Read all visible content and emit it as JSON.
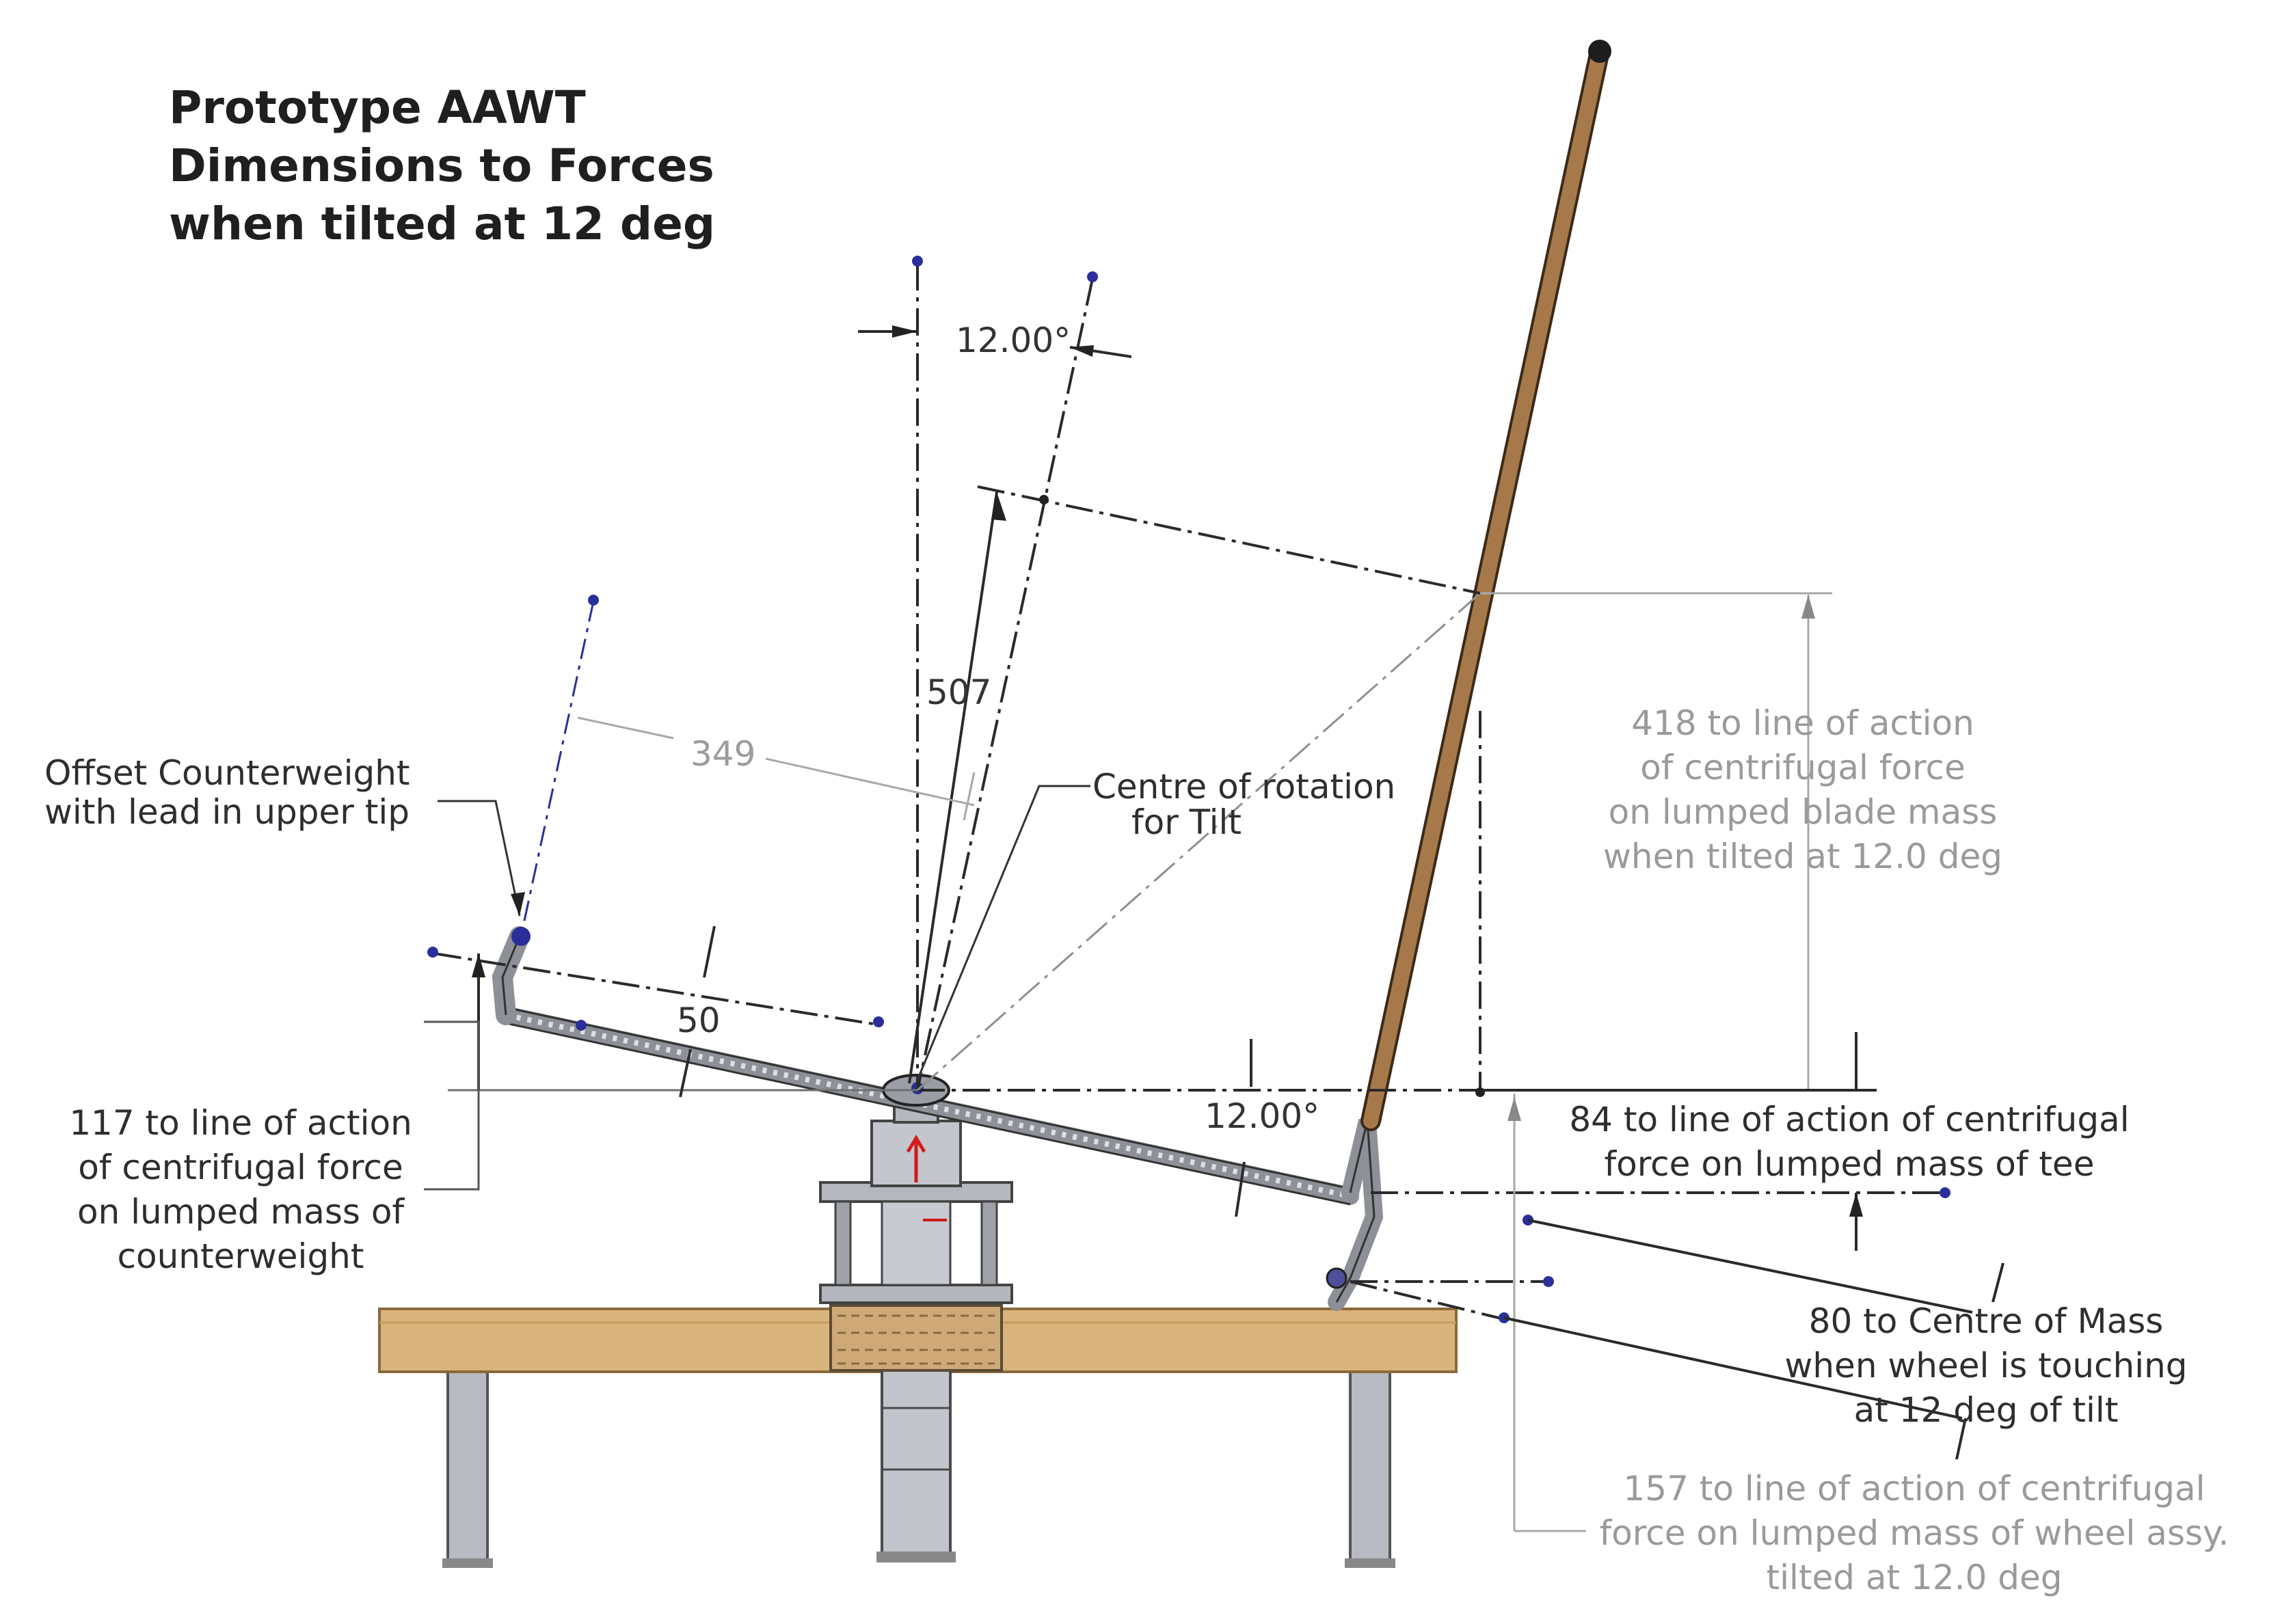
{
  "title": {
    "line1": "Prototype AAWT",
    "line2": "Dimensions to Forces",
    "line3": "when tilted at 12 deg"
  },
  "annotations": {
    "counterweight_line1": "Offset Counterweight",
    "counterweight_line2": "with lead in upper tip",
    "centre_line1": "Centre of rotation",
    "centre_line2": "for Tilt",
    "blade_line1": "418 to line of action",
    "blade_line2": "of centrifugal force",
    "blade_line3": "on lumped blade mass",
    "blade_line4": "when tilted at 12.0 deg",
    "cw_force_line1": "117 to line of action",
    "cw_force_line2": "of centrifugal force",
    "cw_force_line3": "on lumped mass of",
    "cw_force_line4": "counterweight",
    "tee_line1": "84 to line of action of centrifugal",
    "tee_line2": "force on lumped mass of tee",
    "com_line1": "80 to Centre of Mass",
    "com_line2": "when wheel is touching",
    "com_line3": "at 12 deg of tilt",
    "wheel_line1": "157 to line of action of centrifugal",
    "wheel_line2": "force on lumped mass of wheel assy.",
    "wheel_line3": "tilted at 12.0 deg"
  },
  "dimensions": {
    "angle_top": "12.00°",
    "angle_bottom": "12.00°",
    "d507": "507",
    "d349": "349",
    "d50": "50"
  },
  "colors": {
    "wood": "#d9b47c",
    "wood_dark": "#b48a4e",
    "steel": "#a9acb3",
    "steel_dark": "#6d7078",
    "pole": "#a7794a",
    "accent_blue": "#2a2f9a",
    "accent_red": "#d11a1a"
  }
}
